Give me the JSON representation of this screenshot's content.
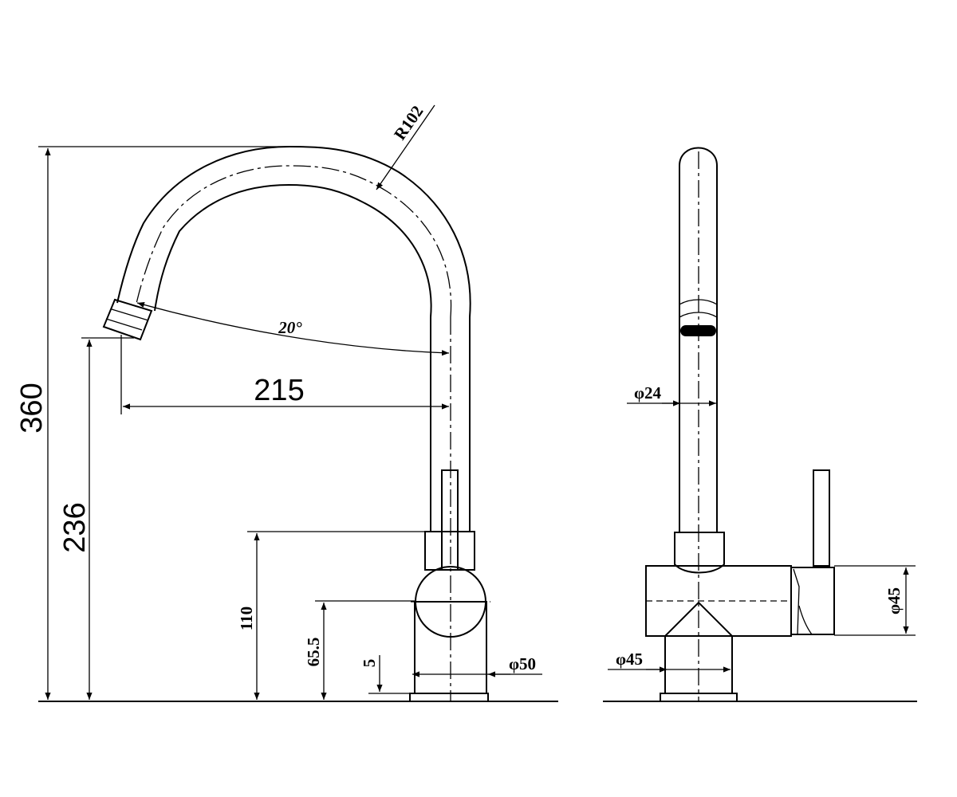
{
  "side_view": {
    "total_height": "360",
    "spout_outlet_height": "236",
    "spout_reach": "215",
    "spout_angle": "20°",
    "spout_radius": "R102",
    "body_height": "110",
    "lever_axis_height": "65.5",
    "base_thickness": "5",
    "body_diameter": "φ50"
  },
  "front_view": {
    "spout_diameter": "φ24",
    "base_diameter": "φ45",
    "side_body_diameter": "φ45"
  }
}
